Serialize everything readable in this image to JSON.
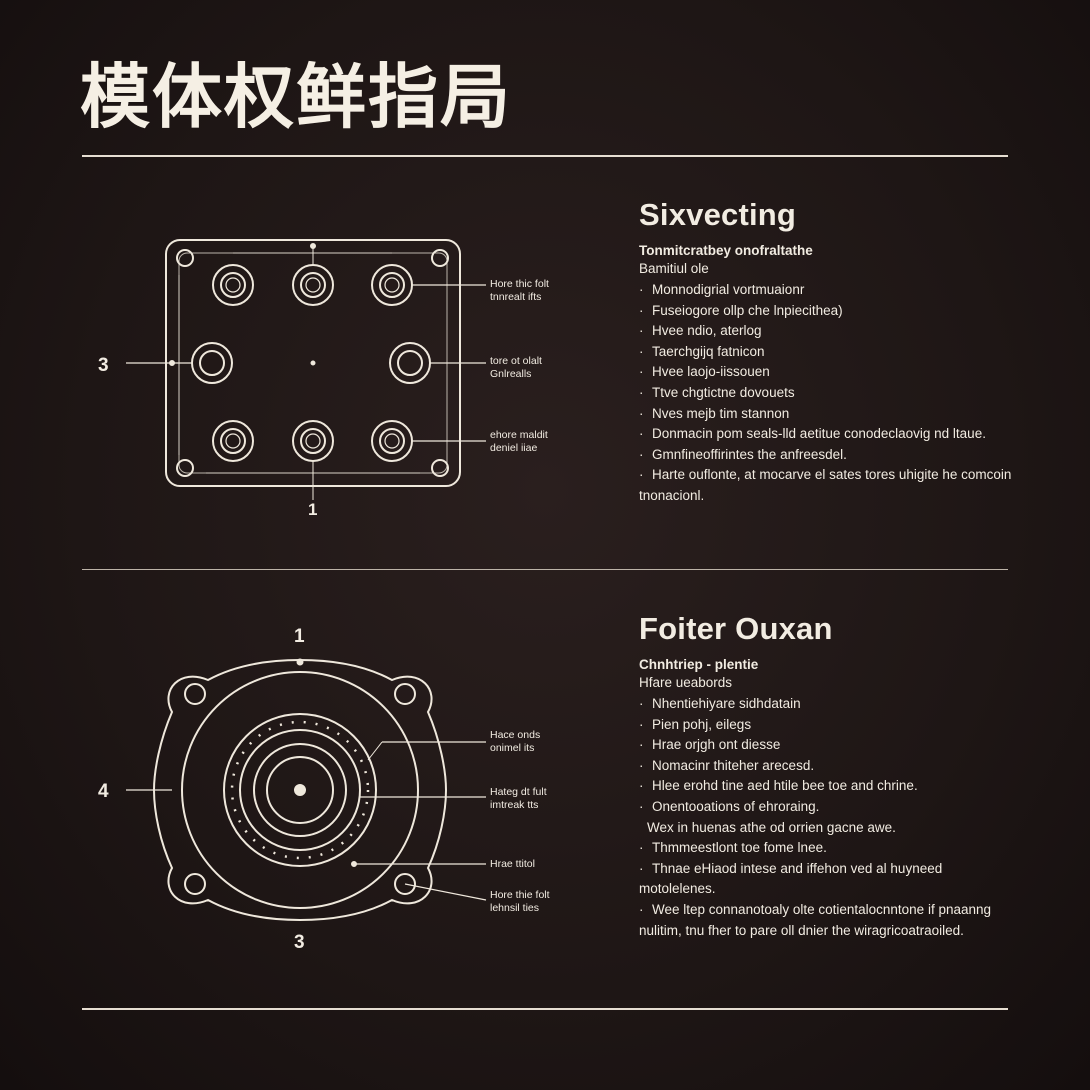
{
  "page": {
    "title": "模体权鲜指局"
  },
  "section1": {
    "heading": "Sixvecting",
    "subhead": "Tonmitcratbey onofraltathe",
    "subhead2": "Bamitiul ole",
    "bullets": [
      "Monnodigrial vortmuaionr",
      "Fuseiogore ollp che lnpiecithea)",
      "Hvee ndio, aterlog",
      "Taerchgijq fatnicon",
      "Hvee laojo-iissouen",
      "Ttve chgtictne dovouets",
      "Nves mejb tim stannon",
      "Donmacin pom seals-lld aetitue conodeclaovig nd ltaue.",
      "Gmnfineoffirintes the anfreesdel.",
      "Harte ouflonte, at mocarve el sates tores uhigite he comcoin tnonacionl."
    ],
    "labels": {
      "left": "3",
      "bottom": "1",
      "callout_top": [
        "Hore thic folt",
        "tnnrealt ifts"
      ],
      "callout_mid": [
        "tore ot olalt",
        "Gnlrealls"
      ],
      "callout_bot": [
        "ehore maldit",
        "deniel iiae"
      ]
    }
  },
  "section2": {
    "heading": "Foiter Ouxan",
    "subhead": "Chnhtriep - plentie",
    "subhead2": "Hfare ueabords",
    "bullets": [
      "Nhentiehiyare sidhdatain",
      "Pien pohj, eilegs",
      "Hrae orjgh ont diesse",
      "Nomacinr thiteher arecesd.",
      "Hlee erohd tine aed htile bee toe and chrine.",
      "Onentooations of ehroraing.",
      "Wex in huenas athe od orrien gacne awe.",
      "Thmmeestlont toe fome lnee.",
      "Thnae eHiaod intese and iffehon ved al huyneed motolelenes.",
      "Wee ltep connanotoaly olte cotientalocnntone if pnaanng nulitim, tnu fher to pare oll dnier the wiragricoatraoiled."
    ],
    "labels": {
      "top": "1",
      "left": "4",
      "bottom": "3",
      "callout_a": [
        "Hace onds",
        "onimel its"
      ],
      "callout_b": [
        "Hateg dt fult",
        "imtreak tts"
      ],
      "callout_c": [
        "Hrae ttitol"
      ],
      "callout_d": [
        "Hore thie folt",
        "lehnsil ties"
      ]
    }
  },
  "colors": {
    "background": "#1e1615",
    "ink": "#f2ece2"
  }
}
